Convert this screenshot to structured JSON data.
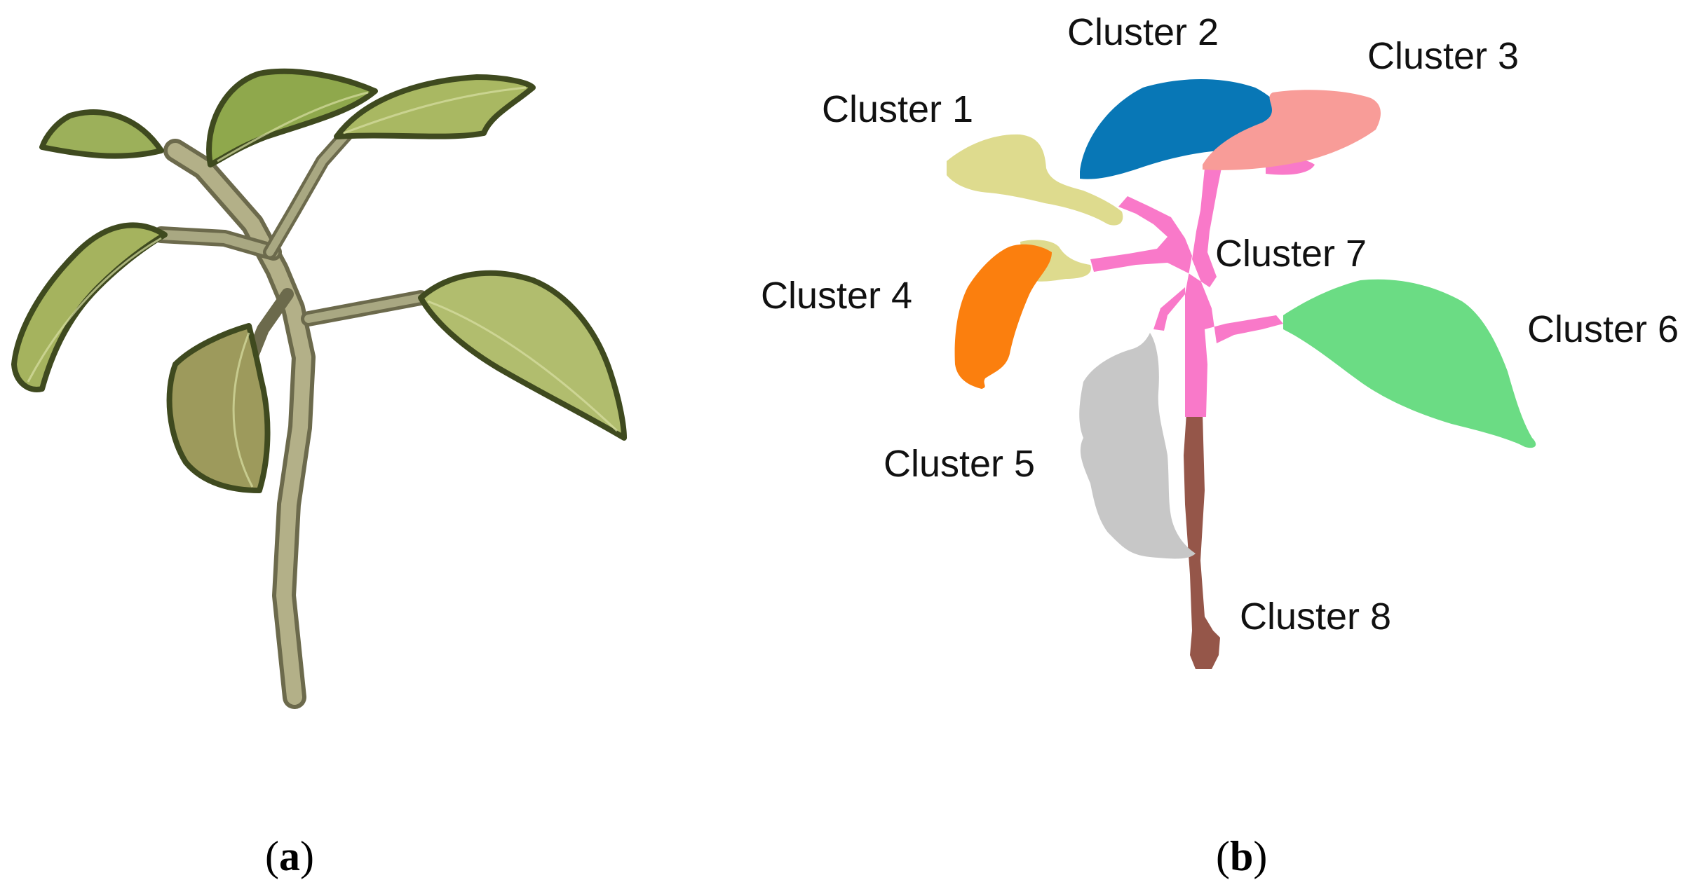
{
  "panels": [
    {
      "id": "a",
      "caption_open": "(",
      "caption_letter": "a",
      "caption_close": ")"
    },
    {
      "id": "b",
      "caption_open": "(",
      "caption_letter": "b",
      "caption_close": ")"
    }
  ],
  "clusters": [
    {
      "label": "Cluster 1",
      "color": "#dedb8e"
    },
    {
      "label": "Cluster 2",
      "color": "#0877b6"
    },
    {
      "label": "Cluster 3",
      "color": "#f89c98"
    },
    {
      "label": "Cluster 4",
      "color": "#fb7f0e"
    },
    {
      "label": "Cluster 5",
      "color": "#c7c7c7"
    },
    {
      "label": "Cluster 6",
      "color": "#6bdc84"
    },
    {
      "label": "Cluster 7",
      "color": "#f979c9"
    },
    {
      "label": "Cluster 8",
      "color": "#955649"
    }
  ],
  "colors": {
    "leaf_fill": "#a6b35a",
    "leaf_edge": "#3f4a1f",
    "stem_fill": "#a7a67e",
    "stem_edge": "#6c6a4c"
  }
}
